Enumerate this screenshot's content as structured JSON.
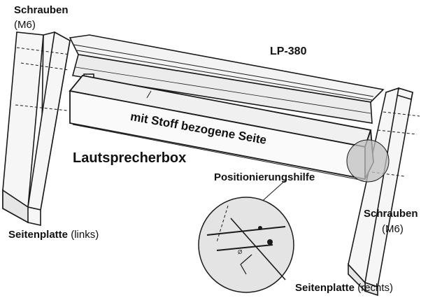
{
  "labels": {
    "screws_left_title": "Schrauben",
    "screws_left_spec": "(M6)",
    "model": "LP-380",
    "fabric_side": "mit Stoff bezogene Seite",
    "speaker_box": "Lautsprecherbox",
    "positioning_aid": "Positionierungshilfe",
    "screws_right_title": "Schrauben",
    "screws_right_spec": "(M6)",
    "side_panel_left_bold": "Seitenplatte",
    "side_panel_left_rest": " (links)",
    "side_panel_right_bold": "Seitenplatte",
    "side_panel_right_rest": " (rechts)"
  },
  "colors": {
    "line": "#1a1a1a",
    "panel_fill": "#f6f6f6",
    "shade": "#d9d9d9",
    "highlight_circle": "#bfbfbf",
    "detail_circle": "#e4e4e4"
  }
}
